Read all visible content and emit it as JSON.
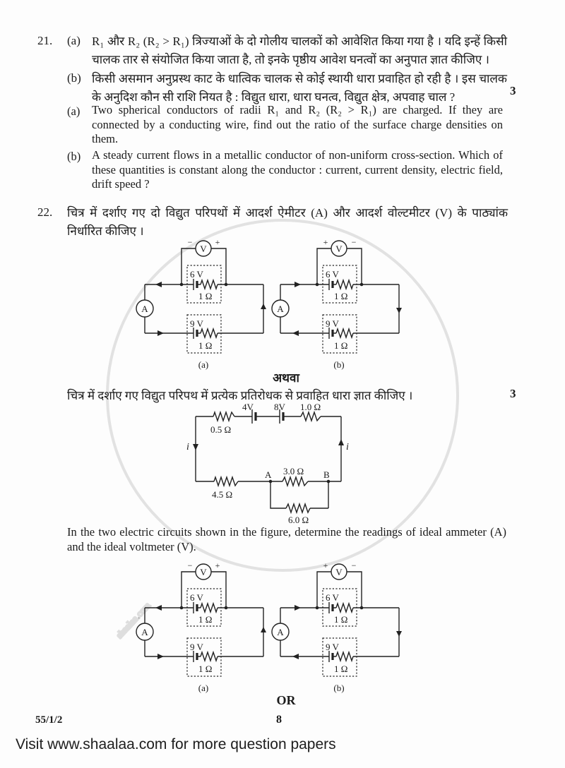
{
  "page": {
    "or_hindi": "अथवा",
    "or_english": "OR",
    "footer_code": "55/1/2",
    "page_number": "8",
    "banner": "Visit www.shaalaa.com for more question papers",
    "watermark": "shaalaa.com"
  },
  "q21": {
    "number": "21.",
    "marks": "3",
    "hindi_a_label": "(a)",
    "hindi_a": "R₁ और R₂ (R₂ > R₁) त्रिज्याओं के दो गोलीय चालकों को आवेशित किया गया है । यदि इन्हें किसी चालक तार से संयोजित किया जाता है, तो इनके पृष्ठीय आवेश घनत्वों का अनुपात ज्ञात कीजिए ।",
    "hindi_b_label": "(b)",
    "hindi_b": "किसी असमान अनुप्रस्थ काट के धात्विक चालक से कोई स्थायी धारा प्रवाहित हो रही है । इस चालक के अनुदिश कौन सी राशि नियत है : विद्युत धारा, धारा घनत्व, विद्युत क्षेत्र, अपवाह चाल ?",
    "english_a_label": "(a)",
    "english_a": "Two spherical conductors of radii R₁ and R₂ (R₂ > R₁) are charged. If they are connected by a conducting wire, find out the ratio of the surface charge densities on them.",
    "english_b_label": "(b)",
    "english_b": "A steady current flows in a metallic conductor of non-uniform cross-section. Which of these quantities is constant along the conductor : current, current density, electric field, drift speed ?"
  },
  "q22": {
    "number": "22.",
    "marks": "3",
    "hindi_intro": "चित्र में दर्शाए गए दो विद्युत परिपथों में आदर्श ऐमीटर (A) और आदर्श वोल्टमीटर (V) के पाठ्यांक निर्धारित कीजिए ।",
    "hindi_alt": "चित्र में दर्शाए गए विद्युत परिपथ में प्रत्येक प्रतिरोधक से प्रवाहित धारा ज्ञात कीजिए ।",
    "english_intro": "In the two electric circuits shown in the figure, determine the readings of ideal ammeter (A) and the ideal voltmeter (V)."
  },
  "fig_pair": {
    "voltmeter": "V",
    "ammeter": "A",
    "minus": "−",
    "plus": "+",
    "battery1": "6 V",
    "battery1_r": "1 Ω",
    "battery2": "9 V",
    "battery2_r": "1 Ω",
    "label_a": "(a)",
    "label_b": "(b)"
  },
  "fig_network": {
    "v1": "4V",
    "v2": "8V",
    "r_top_right": "1.0 Ω",
    "r_top_left": "0.5 Ω",
    "current": "i",
    "r_bottom_left": "4.5 Ω",
    "node_a": "A",
    "r_ab": "3.0 Ω",
    "node_b": "B",
    "r_parallel": "6.0 Ω"
  }
}
